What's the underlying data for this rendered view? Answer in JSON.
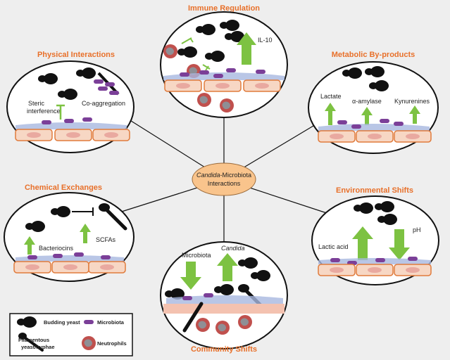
{
  "center": {
    "line1_italic": "Candida",
    "line1_rest": "-Microbiota",
    "line2": "Interactions"
  },
  "panels": {
    "immune": {
      "title": "Immune Regulation",
      "il10": "IL-10"
    },
    "physical": {
      "title": "Physical Interactions",
      "steric1": "Steric",
      "steric2": "interference",
      "coagg": "Co-aggregation"
    },
    "metabolic": {
      "title": "Metabolic By-products",
      "lactate": "Lactate",
      "amylase": "α-amylase",
      "kynurenines": "Kynurenines"
    },
    "chemical": {
      "title": "Chemical Exchanges",
      "bacteriocins": "Bacteriocins",
      "scfas": "SCFAs"
    },
    "environmental": {
      "title": "Environmental Shifts",
      "lactic": "Lactic acid",
      "ph": "pH"
    },
    "community": {
      "title": "Community Shifts",
      "microbiota": "Microbiota",
      "candida": "Candida"
    }
  },
  "legend": {
    "budding": "Budding yeast",
    "microbiota": "Microbiota",
    "filamentous1": "Filamentous",
    "filamentous2": "yeast/hyphae",
    "neutrophils": "Neutrophils"
  },
  "colors": {
    "title": "#e8702a",
    "arrow": "#7dc242",
    "microbiota": "#7b3f98",
    "cell_fill": "#f7d7c4",
    "cell_border": "#e07b3c",
    "nucleus": "#e9a9a0",
    "mucus": "#a7b8e0",
    "neutrophil": "#c0504d",
    "center_fill": "#f9c48c"
  }
}
